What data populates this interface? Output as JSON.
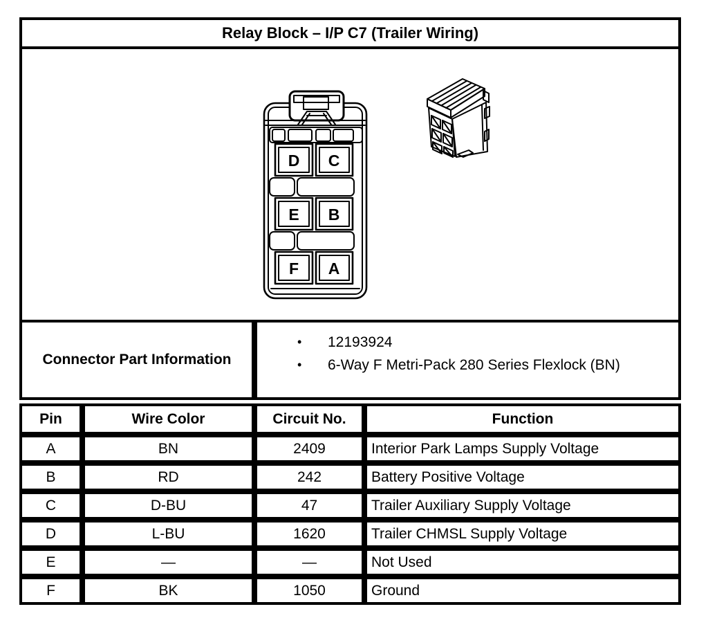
{
  "title": "Relay Block – I/P C7 (Trailer Wiring)",
  "diagram": {
    "front_view": {
      "pin_labels": [
        "D",
        "C",
        "E",
        "B",
        "F",
        "A"
      ]
    }
  },
  "connector_part_information": {
    "label": "Connector Part Information",
    "bullet_glyph": "•",
    "items": [
      "12193924",
      "6-Way F Metri-Pack 280 Series Flexlock (BN)"
    ]
  },
  "pin_table": {
    "headers": [
      "Pin",
      "Wire Color",
      "Circuit No.",
      "Function"
    ],
    "rows": [
      [
        "A",
        "BN",
        "2409",
        "Interior Park Lamps Supply Voltage"
      ],
      [
        "B",
        "RD",
        "242",
        "Battery Positive Voltage"
      ],
      [
        "C",
        "D-BU",
        "47",
        "Trailer Auxiliary Supply Voltage"
      ],
      [
        "D",
        "L-BU",
        "1620",
        "Trailer CHMSL Supply Voltage"
      ],
      [
        "E",
        "—",
        "—",
        "Not Used"
      ],
      [
        "F",
        "BK",
        "1050",
        "Ground"
      ]
    ]
  },
  "colors": {
    "border": "#000000",
    "background": "#ffffff",
    "text": "#000000"
  }
}
